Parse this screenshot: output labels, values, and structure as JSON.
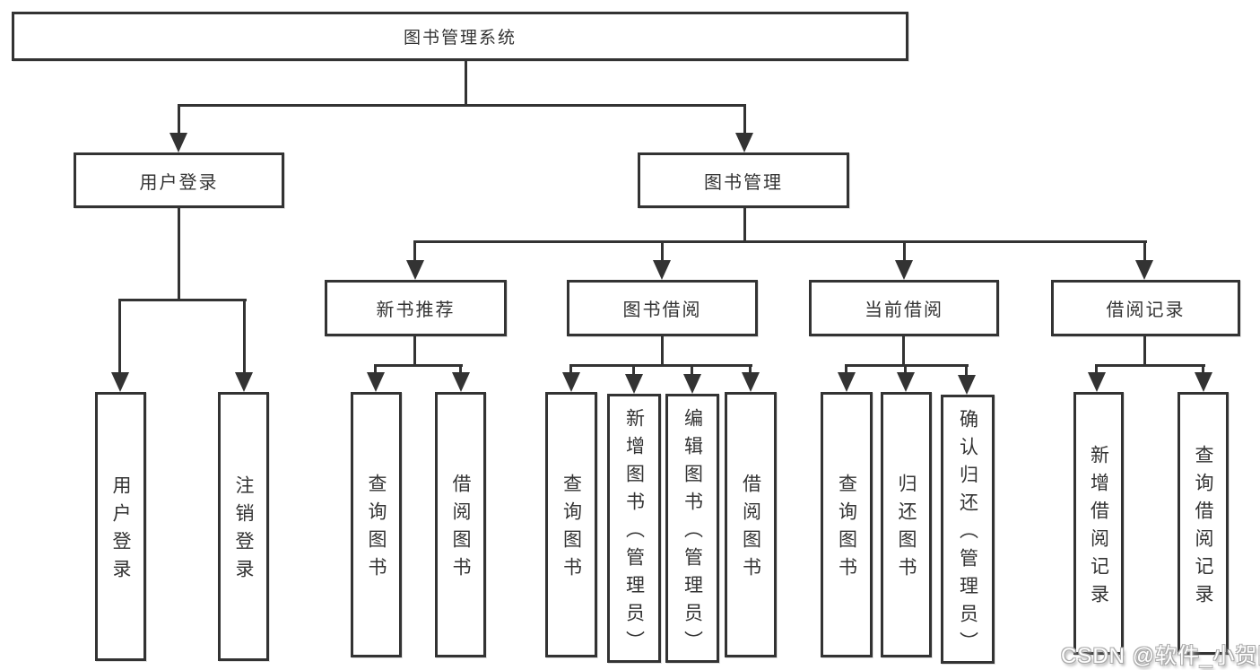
{
  "colors": {
    "line": "#333333",
    "text": "#333333",
    "background": "#ffffff",
    "watermark_fill": "#ffffff",
    "watermark_outline": "#aaaaaa"
  },
  "tree": {
    "root": {
      "label": "图书管理系统"
    },
    "children": [
      {
        "label": "用户登录",
        "children": [
          {
            "label": "用户登录"
          },
          {
            "label": "注销登录"
          }
        ]
      },
      {
        "label": "图书管理",
        "children": [
          {
            "label": "新书推荐",
            "children": [
              {
                "label": "查询图书"
              },
              {
                "label": "借阅图书"
              }
            ]
          },
          {
            "label": "图书借阅",
            "children": [
              {
                "label": "查询图书"
              },
              {
                "label": "新增图书（管理员）"
              },
              {
                "label": "编辑图书（管理员）"
              },
              {
                "label": "借阅图书"
              }
            ]
          },
          {
            "label": "当前借阅",
            "children": [
              {
                "label": "查询图书"
              },
              {
                "label": "归还图书"
              },
              {
                "label": "确认归还（管理员）"
              }
            ]
          },
          {
            "label": "借阅记录",
            "children": [
              {
                "label": "新增借阅记录"
              },
              {
                "label": "查询借阅记录"
              }
            ]
          }
        ]
      }
    ]
  },
  "watermark": {
    "text": "CSDN @软件_小贺同学"
  }
}
